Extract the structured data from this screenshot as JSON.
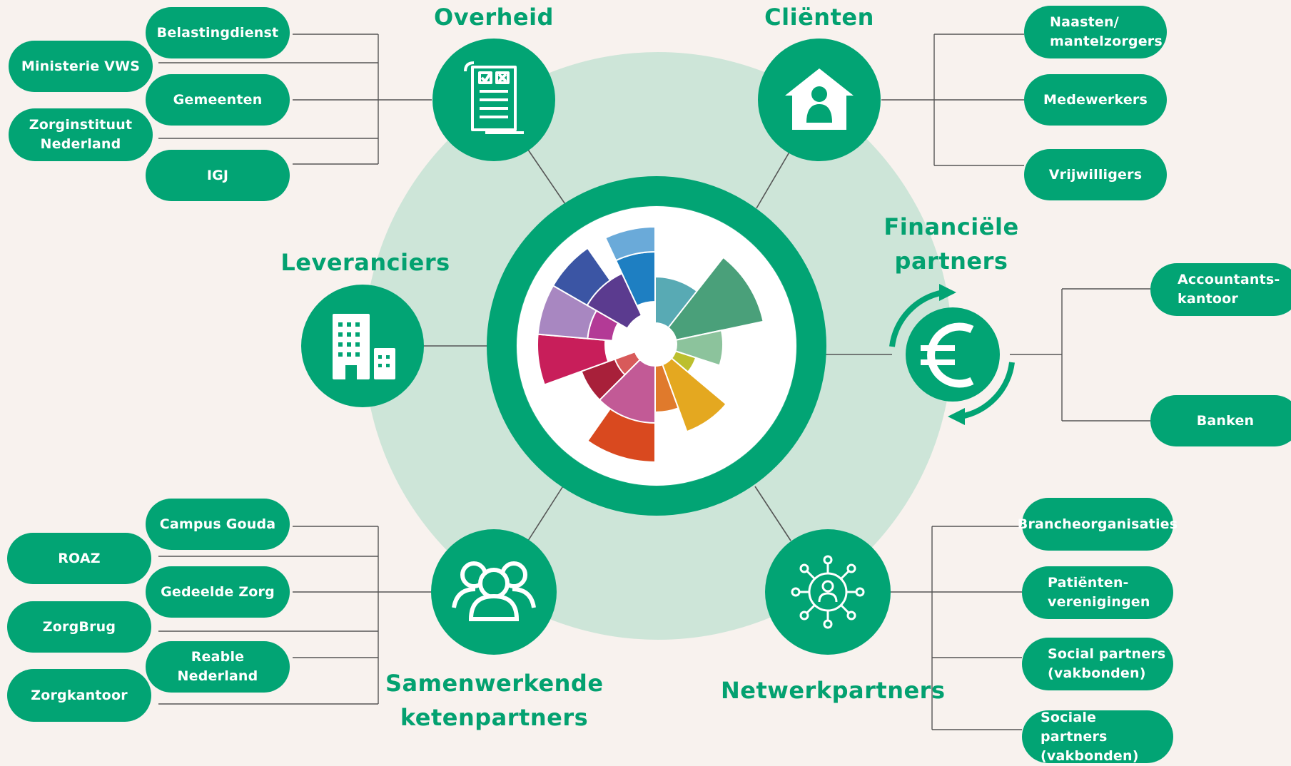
{
  "colors": {
    "background": "#f8f2ee",
    "brand_green": "#02a474",
    "halo": "#cde5d8",
    "connector": "#555555"
  },
  "groups": {
    "overheid": {
      "title": "Overheid",
      "icon": "document-checklist-icon",
      "items": [
        "Belastingdienst",
        "Ministerie VWS",
        "Gemeenten",
        "Zorginstituut\nNederland",
        "IGJ"
      ]
    },
    "clienten": {
      "title": "Cliënten",
      "icon": "house-person-icon",
      "items": [
        "Naasten/\nmantelzorgers",
        "Medewerkers",
        "Vrijwilligers"
      ]
    },
    "financiele": {
      "title": "Financiële\npartners",
      "icon": "euro-cycle-icon",
      "items": [
        "Accountants-\nkantoor",
        "Banken"
      ]
    },
    "leveranciers": {
      "title": "Leveranciers",
      "icon": "office-buildings-icon"
    },
    "samenwerkende": {
      "title": "Samenwerkende\nketenpartners",
      "icon": "people-group-icon",
      "items": [
        "Campus Gouda",
        "ROAZ",
        "Gedeelde Zorg",
        "ZorgBrug",
        "Reable Nederland",
        "Zorgkantoor"
      ]
    },
    "netwerk": {
      "title": "Netwerkpartners",
      "icon": "person-network-icon",
      "items": [
        "Brancheorganisaties",
        "Patiënten-\nverenigingen",
        "Social partners\n(vakbonden)",
        "Sociale partners\n(vakbonden)"
      ]
    }
  }
}
